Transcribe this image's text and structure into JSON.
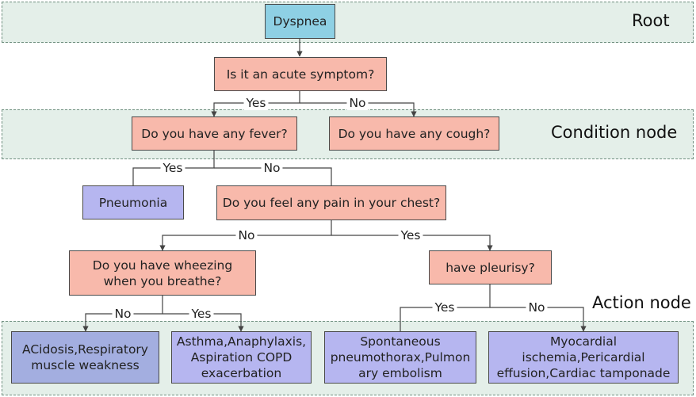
{
  "colors": {
    "root_fill": "#8ed0e4",
    "condition_fill": "#f8b9ab",
    "action_fill": "#b6b6f0",
    "action_fill_dark": "#a3aee0",
    "band_fill": "#e4efe9"
  },
  "bands": {
    "root": "Root",
    "condition": "Condition node",
    "action": "Action node"
  },
  "nodes": {
    "dyspnea": "Dyspnea",
    "acute": "Is it an acute symptom?",
    "fever": "Do you have any fever?",
    "cough": "Do you have any cough?",
    "pneumonia": "Pneumonia",
    "chest_pain": "Do you feel any pain in your chest?",
    "wheezing": "Do you have wheezing when you breathe?",
    "pleurisy": "have pleurisy?",
    "acidosis": "ACidosis,Respiratory muscle weakness",
    "asthma": "Asthma,Anaphylaxis, Aspiration COPD exacerbation",
    "spontaneous": "Spontaneous pneumothorax,Pulmon ary embolism",
    "myocardial": "Myocardial ischemia,Pericardial effusion,Cardiac tamponade"
  },
  "edges": {
    "acute_yes": "Yes",
    "acute_no": "No",
    "fever_yes": "Yes",
    "fever_no": "No",
    "chest_no": "No",
    "chest_yes": "Yes",
    "wheezing_no": "No",
    "wheezing_yes": "Yes",
    "pleurisy_yes": "Yes",
    "pleurisy_no": "No"
  }
}
